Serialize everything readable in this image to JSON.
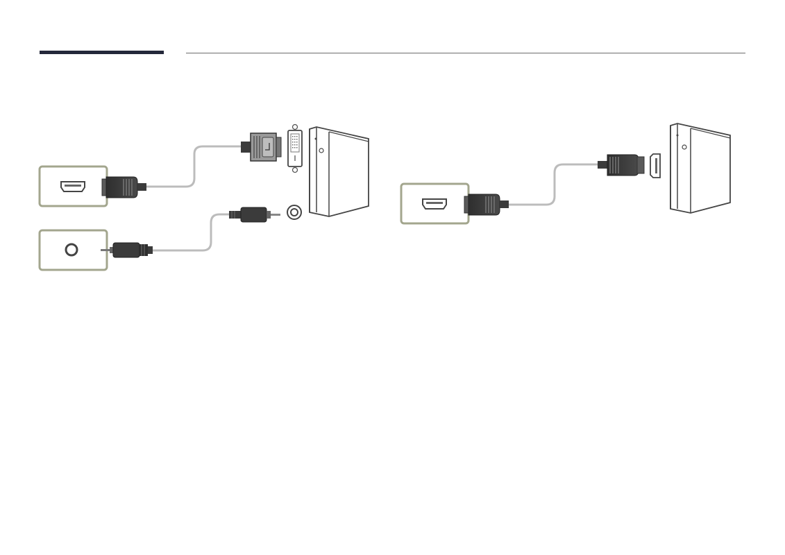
{
  "colors": {
    "header_bar": "#24283a",
    "header_rule": "#6b6b6b",
    "port_panel_border": "#a3a68e",
    "connector_dark": "#3b3b3b",
    "connector_mid": "#5a5a5a",
    "connector_light": "#9a9a9a",
    "cable": "#bcbcbc",
    "outline": "#555555"
  },
  "diagrams": [
    {
      "name": "dvi-to-hdmi-with-audio",
      "monitor_ports": [
        "hdmi-port",
        "audio-in-port"
      ],
      "pc_ports": [
        "dvi-port",
        "audio-out-port"
      ],
      "cables": [
        "hdmi-to-dvi-cable",
        "stereo-audio-cable"
      ]
    },
    {
      "name": "hdmi-to-hdmi",
      "monitor_ports": [
        "hdmi-port"
      ],
      "pc_ports": [
        "hdmi-port"
      ],
      "cables": [
        "hdmi-cable"
      ]
    }
  ]
}
